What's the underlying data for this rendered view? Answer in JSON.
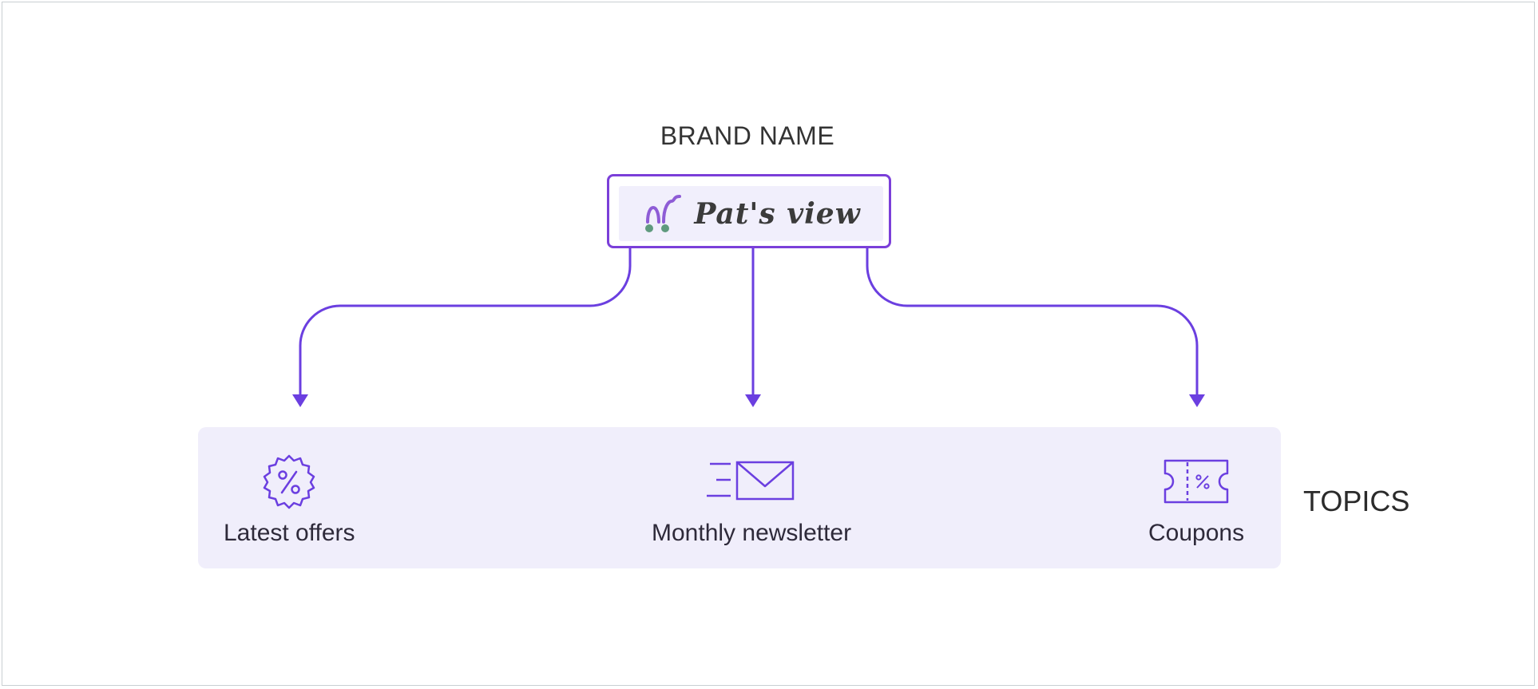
{
  "diagram": {
    "brand_heading": "BRAND NAME",
    "logo_text": "Pat's view",
    "topics_heading": "TOPICS",
    "topics": [
      {
        "label": "Latest offers",
        "icon": "discount-badge-icon"
      },
      {
        "label": "Monthly newsletter",
        "icon": "envelope-icon"
      },
      {
        "label": "Coupons",
        "icon": "coupon-ticket-icon"
      }
    ],
    "colors": {
      "connector": "#6b3fe0",
      "logo_border": "#7b3fd9",
      "panel_bg": "#f0eefb",
      "logo_mark_purple": "#8e5cd6",
      "logo_mark_green": "#5f9a7e"
    }
  }
}
